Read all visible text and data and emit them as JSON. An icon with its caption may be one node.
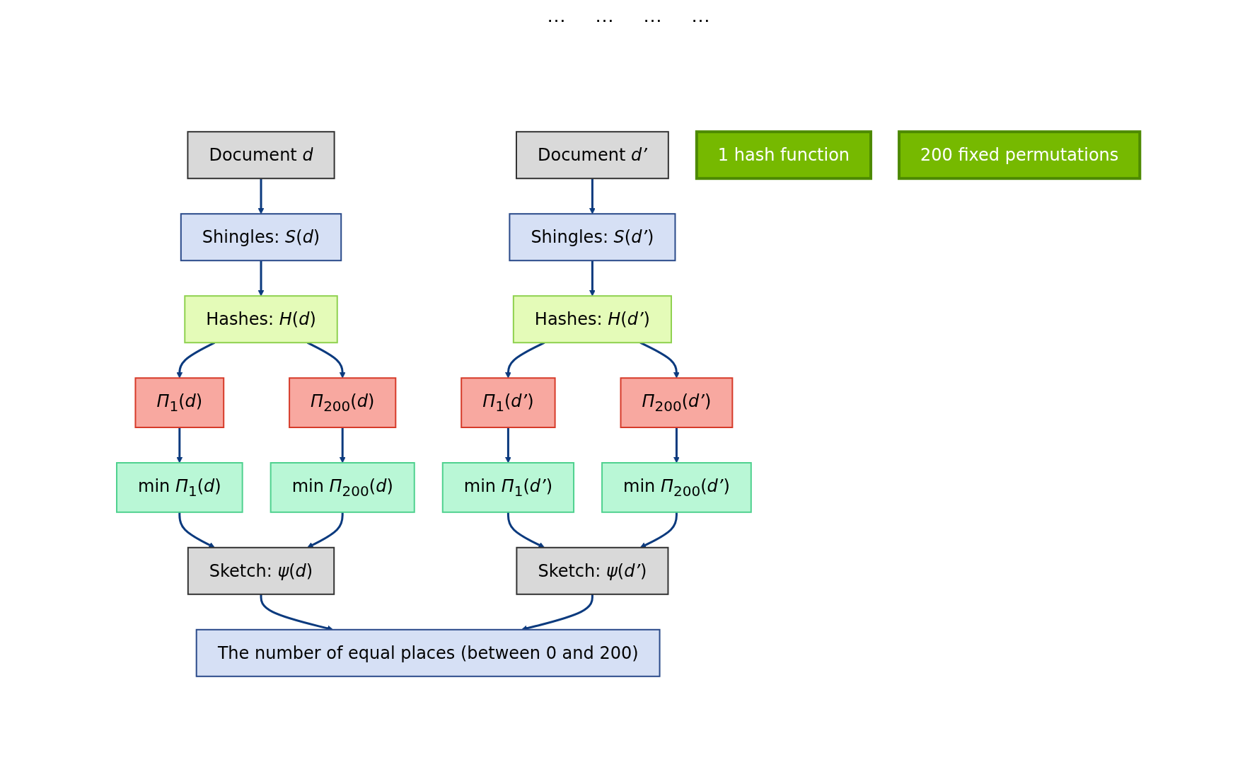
{
  "diagram": {
    "nodes": [
      {
        "text": [
          "Document *d*"
        ]
      },
      {
        "text": [
          "Document *d’*"
        ]
      },
      {
        "text": [
          "Shingles: *S*(*d*)"
        ]
      },
      {
        "text": [
          "Shingles: *S*(*d’*)"
        ]
      },
      {
        "text": [
          "1 hash function"
        ]
      },
      {
        "text": [
          "Hashes: *H*(*d*)"
        ]
      },
      {
        "text": [
          "Hashes: *H*(*d’*)"
        ]
      },
      {
        "text": [
          "200 fixed permutations"
        ]
      },
      {
        "text": [
          "*Π*$_{1}$(*d*)"
        ]
      },
      {
        "text": [
          "*Π*$_{200}$(*d*)"
        ]
      },
      {
        "text": [
          "*Π*$_{1}$(*d’*)"
        ]
      },
      {
        "text": [
          "*Π*$_{200}$(*d’*)"
        ]
      },
      {
        "text": [
          "min *Π*$_{1}$(*d*)"
        ]
      },
      {
        "text": [
          "min *Π*$_{200}$(*d*)"
        ]
      },
      {
        "text": [
          "min *Π*$_{1}$(*d’*)"
        ]
      },
      {
        "text": [
          "min *Π*$_{200}$(*d’*)"
        ]
      },
      {
        "text": [
          "Sketch: *ψ*(*d*)"
        ]
      },
      {
        "text": [
          "Sketch: *ψ*(*d’*)"
        ]
      },
      {
        "text": [
          "The number of equal places (between 0 and 200)"
        ]
      }
    ],
    "edges": [
      {
        "from": 0,
        "to": 2,
        "arrow": "to"
      },
      {
        "from": 1,
        "to": 3,
        "arrow": "to"
      },
      {
        "from": 2,
        "to": 5,
        "arrow": "to"
      },
      {
        "from": 3,
        "to": 6,
        "arrow": "to"
      },
      {
        "from": 5,
        "to": 8,
        "arrow": "to"
      },
      {
        "from": 5,
        "to": 9,
        "arrow": "to"
      },
      {
        "from": 6,
        "to": 10,
        "arrow": "to"
      },
      {
        "from": 6,
        "to": 11,
        "arrow": "to"
      },
      {
        "from": 8,
        "to": 12,
        "arrow": "to"
      },
      {
        "from": 9,
        "to": 13,
        "arrow": "to"
      },
      {
        "from": 10,
        "to": 14,
        "arrow": "to"
      },
      {
        "from": 11,
        "to": 15,
        "arrow": "to"
      },
      {
        "from": 12,
        "to": 16,
        "arrow": "to"
      },
      {
        "from": 13,
        "to": 16,
        "arrow": "to"
      },
      {
        "from": 14,
        "to": 17,
        "arrow": "to"
      },
      {
        "from": 15,
        "to": 17,
        "arrow": "to"
      },
      {
        "from": 16,
        "to": 18,
        "arrow": "to"
      },
      {
        "from": 17,
        "to": 18,
        "arrow": "to"
      }
    ],
    "labels": [
      "…",
      "…",
      "…",
      "…"
    ]
  }
}
